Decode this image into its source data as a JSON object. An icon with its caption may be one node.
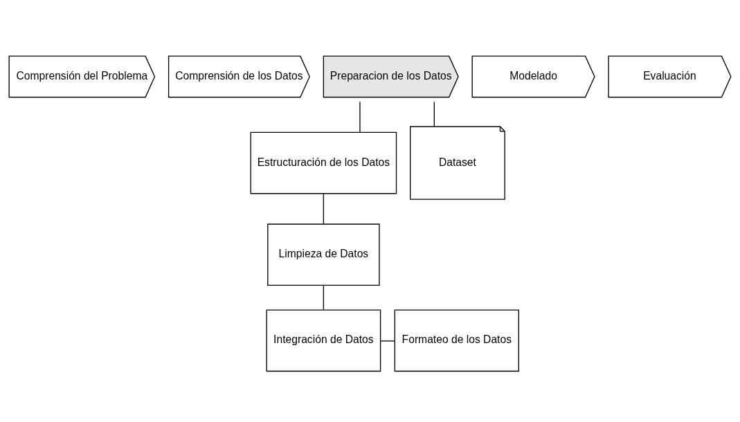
{
  "diagram": {
    "nodes": [
      {
        "text": [
          "Comprensión del Problema"
        ]
      },
      {
        "text": [
          "Comprensión de los Datos"
        ]
      },
      {
        "text": [
          "Preparacion de los Datos"
        ]
      },
      {
        "text": [
          "Modelado"
        ]
      },
      {
        "text": [
          "Evaluación"
        ]
      },
      {
        "text": [
          "Estructuración de los Datos"
        ]
      },
      {
        "text": [
          "Dataset"
        ]
      },
      {
        "text": [
          "Limpieza de Datos"
        ]
      },
      {
        "text": [
          "Integración de Datos"
        ]
      },
      {
        "text": [
          "Formateo de los Datos"
        ]
      }
    ],
    "edges": [
      {
        "from": 2,
        "to": 5,
        "arrow": "none"
      },
      {
        "from": 2,
        "to": 6,
        "arrow": "none"
      },
      {
        "from": 5,
        "to": 7,
        "arrow": "none"
      },
      {
        "from": 7,
        "to": 8,
        "arrow": "none"
      },
      {
        "from": 8,
        "to": 9,
        "arrow": "none"
      }
    ]
  }
}
